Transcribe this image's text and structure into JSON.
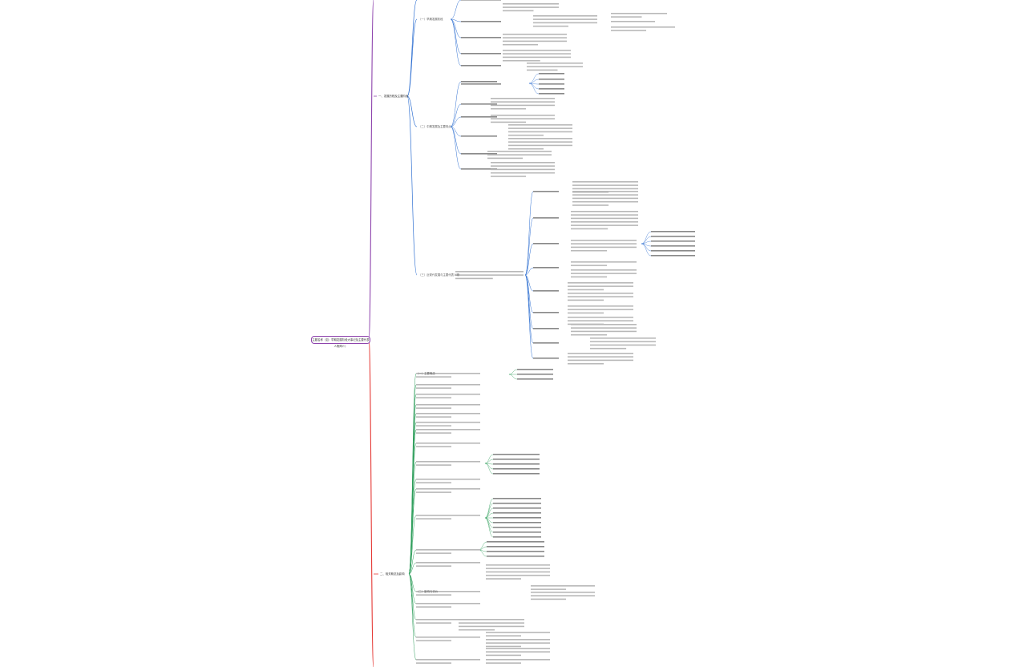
{
  "root": {
    "text": "主题名称（如：早期发展阶段大事记及主要代表人物简介）"
  },
  "colors": {
    "branch_top": "#8e44ad",
    "branch_bottom": "#e53935",
    "sub": "#2e6fd1",
    "leaf": "#2e9e5b"
  },
  "branches": [
    {
      "text": "一、发展历程及主要阶段",
      "side": "top"
    },
    {
      "text": "二、相关概念及影响",
      "side": "bottom"
    }
  ],
  "level2_top": [
    {
      "text": "（一）早期发展阶段"
    },
    {
      "text": "（二）中期发展及主要特点"
    },
    {
      "text": "（三）近现代发展与主要代表人物"
    }
  ],
  "level2_bottom": [
    {
      "text": "（一）主要概念"
    },
    {
      "text": "（二）影响与评价"
    }
  ]
}
